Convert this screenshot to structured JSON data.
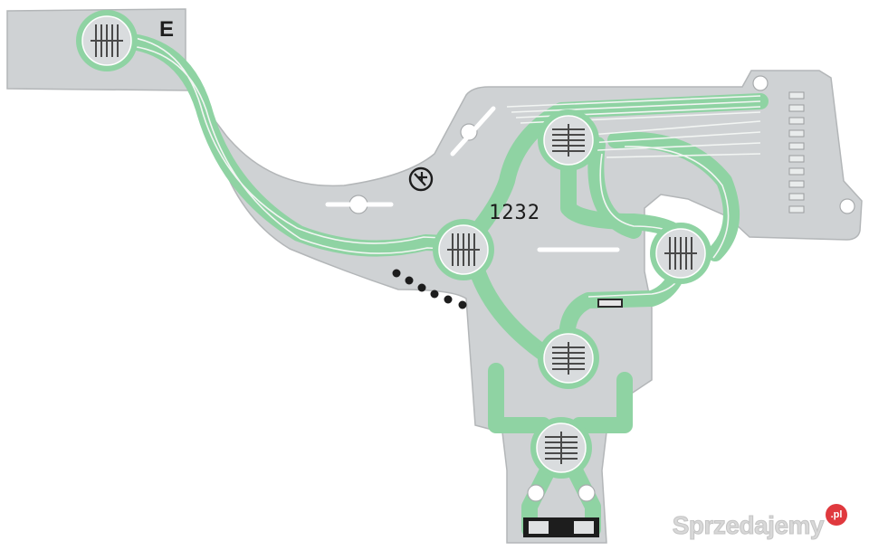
{
  "board": {
    "corner_label": "E",
    "part_number": "1232"
  },
  "watermark": {
    "text": "Sprzedajemy",
    "badge": ".pl"
  },
  "colors": {
    "substrate": "#cfd2d4",
    "substrate_edge": "#b3b6b8",
    "trace_green": "#8fd3a3",
    "trace_line": "#f2f5f3",
    "contact_pad": "#d9dcde",
    "contact_line": "#4a4a4a"
  }
}
